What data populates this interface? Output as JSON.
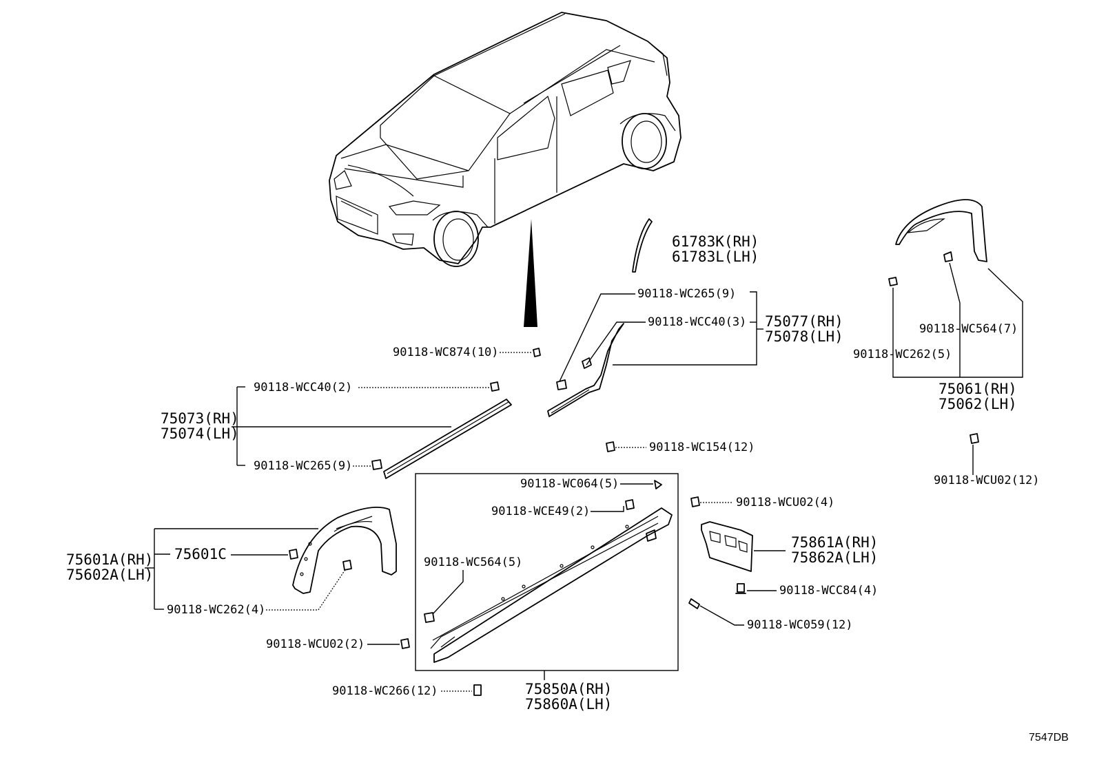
{
  "diagram_code": "7547DB",
  "labels": {
    "p61783k": "61783K(RH)",
    "p61783l": "61783L(LH)",
    "wc265_upper": "90118-WC265(9)",
    "wcc40_upper": "90118-WCC40(3)",
    "p75077": "75077(RH)",
    "p75078": "75078(LH)",
    "wc564_right": "90118-WC564(7)",
    "wc262_right": "90118-WC262(5)",
    "p75061": "75061(RH)",
    "p75062": "75062(LH)",
    "wcu02_right": "90118-WCU02(12)",
    "wc874": "90118-WC874(10)",
    "wcc40_left": "90118-WCC40(2)",
    "p75073": "75073(RH)",
    "p75074": "75074(LH)",
    "wc265_left": "90118-WC265(9)",
    "wc154": "90118-WC154(12)",
    "wc064": "90118-WC064(5)",
    "wce49": "90118-WCE49(2)",
    "wcu02_mid": "90118-WCU02(4)",
    "p75861a": "75861A(RH)",
    "p75862a": "75862A(LH)",
    "wc564_box": "90118-WC564(5)",
    "wcc84": "90118-WCC84(4)",
    "wc059": "90118-WC059(12)",
    "p75601a": "75601A(RH)",
    "p75602a": "75602A(LH)",
    "p75601c": "75601C",
    "wc262_left": "90118-WC262(4)",
    "wcu02_left": "90118-WCU02(2)",
    "wc266": "90118-WC266(12)",
    "p75850a": "75850A(RH)",
    "p75860a": "75860A(LH)"
  }
}
